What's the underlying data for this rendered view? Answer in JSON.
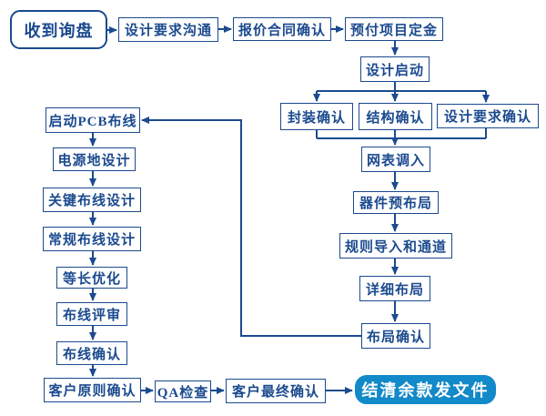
{
  "diagram": {
    "title": "PCB design service workflow flowchart",
    "colors": {
      "line": "#1b4a8f",
      "box_border": "#1b4a8f",
      "box_fill": "#ffffff",
      "text": "#1b4a8f",
      "end_node_fill": "#1289c8",
      "end_node_text": "#ffffff"
    },
    "nodes": {
      "start": {
        "label": "收到询盘"
      },
      "req_comm": {
        "label": "设计要求沟通"
      },
      "quote_confirm": {
        "label": "报价合同确认"
      },
      "deposit": {
        "label": "预付项目定金"
      },
      "design_start": {
        "label": "设计启动"
      },
      "package_confirm": {
        "label": "封装确认"
      },
      "structure_confirm": {
        "label": "结构确认"
      },
      "design_req_confirm": {
        "label": "设计要求确认"
      },
      "netlist_import": {
        "label": "网表调入"
      },
      "component_prelayout": {
        "label": "器件预布局"
      },
      "rules_import": {
        "label": "规则导入和通道"
      },
      "detailed_layout": {
        "label": "详细布局"
      },
      "layout_confirm": {
        "label": "布局确认"
      },
      "start_pcb_routing": {
        "label": "启动PCB布线"
      },
      "power_ground_design": {
        "label": "电源地设计"
      },
      "critical_routing": {
        "label": "关键布线设计"
      },
      "general_routing": {
        "label": "常规布线设计"
      },
      "length_matching": {
        "label": "等长优化"
      },
      "routing_review": {
        "label": "布线评审"
      },
      "routing_confirm": {
        "label": "布线确认"
      },
      "customer_principle_confirm": {
        "label": "客户原则确认"
      },
      "qa_check": {
        "label": "QA检查"
      },
      "customer_final_confirm": {
        "label": "客户最终确认"
      },
      "end": {
        "label": "结清余款发文件"
      }
    }
  }
}
